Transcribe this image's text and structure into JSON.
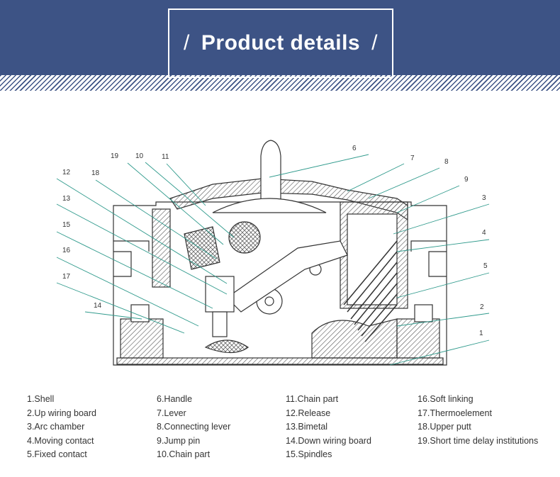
{
  "header": {
    "slash_left": "/",
    "title": "Product details",
    "slash_right": "/"
  },
  "colors": {
    "brand": "#3d5385",
    "leader": "#2f9a8c",
    "line": "#333333",
    "hatch": "#555555"
  },
  "callouts": [
    "1",
    "2",
    "3",
    "4",
    "5",
    "6",
    "7",
    "8",
    "9",
    "10",
    "11",
    "12",
    "13",
    "14",
    "15",
    "16",
    "17",
    "18",
    "19"
  ],
  "legend": {
    "columns": [
      [
        "1.Shell",
        "2.Up wiring board",
        "3.Arc chamber",
        "4.Moving contact",
        "5.Fixed contact"
      ],
      [
        "6.Handle",
        "7.Lever",
        "8.Connecting lever",
        "9.Jump pin",
        "10.Chain part"
      ],
      [
        "11.Chain part",
        "12.Release",
        "13.Bimetal",
        "14.Down wiring board",
        "15.Spindles"
      ],
      [
        "16.Soft linking",
        "17.Thermoelement",
        "18.Upper putt",
        "19.Short time delay institutions"
      ]
    ]
  }
}
